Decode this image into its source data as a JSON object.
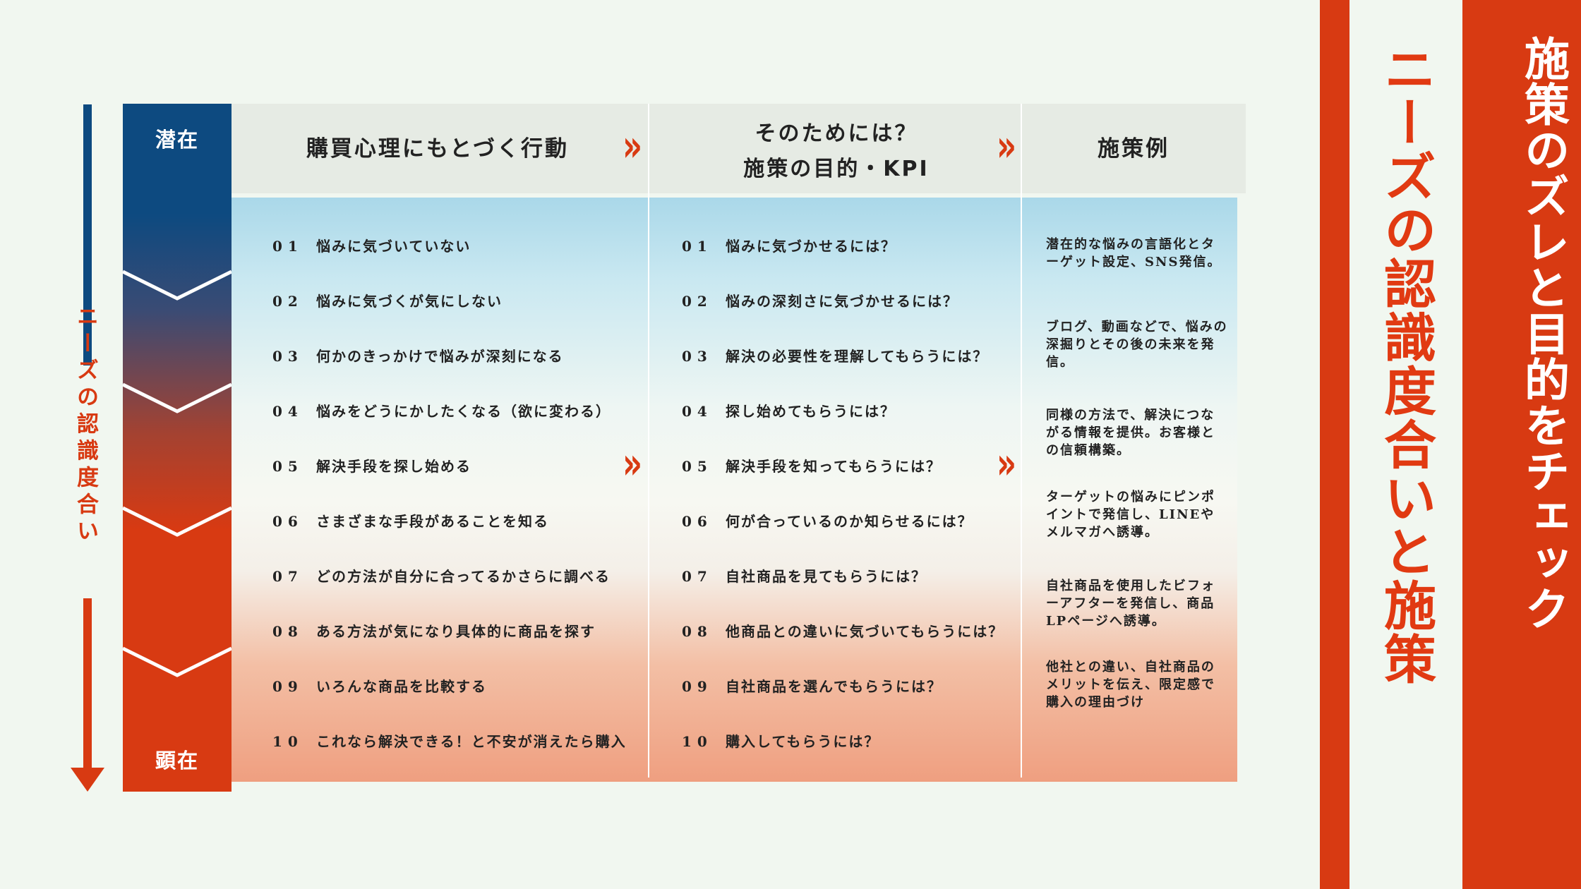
{
  "left_axis": {
    "label": "ニーズの認識度合い"
  },
  "stages": {
    "top": "潜在",
    "bottom": "顕在"
  },
  "columns": {
    "behavior_header": "購買心理にもとづく行動",
    "kpi_header_line1": "そのためには？",
    "kpi_header_line2": "施策の目的・KPI",
    "examples_header": "施策例"
  },
  "chevron": "»",
  "behaviors": [
    {
      "num": "01",
      "text": "悩みに気づいていない"
    },
    {
      "num": "02",
      "text": "悩みに気づくが気にしない"
    },
    {
      "num": "03",
      "text": "何かのきっかけで悩みが深刻になる"
    },
    {
      "num": "04",
      "text": "悩みをどうにかしたくなる（欲に変わる）"
    },
    {
      "num": "05",
      "text": "解決手段を探し始める"
    },
    {
      "num": "06",
      "text": "さまざまな手段があることを知る"
    },
    {
      "num": "07",
      "text": "どの方法が自分に合ってるかさらに調べる"
    },
    {
      "num": "08",
      "text": "ある方法が気になり具体的に商品を探す"
    },
    {
      "num": "09",
      "text": "いろんな商品を比較する"
    },
    {
      "num": "10",
      "text": "これなら解決できる！と不安が消えたら購入"
    }
  ],
  "kpis": [
    {
      "num": "01",
      "text": "悩みに気づかせるには？"
    },
    {
      "num": "02",
      "text": "悩みの深刻さに気づかせるには？"
    },
    {
      "num": "03",
      "text": "解決の必要性を理解してもらうには？"
    },
    {
      "num": "04",
      "text": "探し始めてもらうには？"
    },
    {
      "num": "05",
      "text": "解決手段を知ってもらうには？"
    },
    {
      "num": "06",
      "text": "何が合っているのか知らせるには？"
    },
    {
      "num": "07",
      "text": "自社商品を見てもらうには？"
    },
    {
      "num": "08",
      "text": "他商品との違いに気づいてもらうには？"
    },
    {
      "num": "09",
      "text": "自社商品を選んでもらうには？"
    },
    {
      "num": "10",
      "text": "購入してもらうには？"
    }
  ],
  "examples": [
    "潜在的な悩みの言語化とターゲット設定、SNS発信。",
    "ブログ、動画などで、悩みの深掘りとその後の未来を発信。",
    "同様の方法で、解決につながる情報を提供。お客様との信頼構築。",
    "ターゲットの悩みにピンポイントで発信し、LINEやメルマガへ誘導。",
    "自社商品を使用したビフォーアフターを発信し、商品LPページへ誘導。",
    "他社との違い、自社商品のメリットを伝え、限定感で購入の理由づけ"
  ],
  "title": {
    "main": "ニーズの認識度合いと施策",
    "sub": "施策のズレと目的をチェック"
  },
  "colors": {
    "navy": "#0d4a80",
    "orange_red": "#d83a12",
    "background": "#f1f7f0"
  }
}
